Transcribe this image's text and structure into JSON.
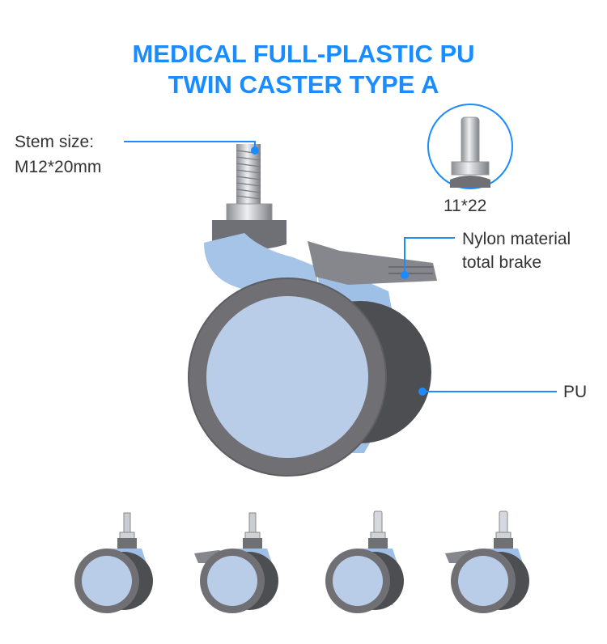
{
  "title": {
    "line1": "MEDICAL FULL-PLASTIC PU",
    "line2": "TWIN CASTER TYPE A"
  },
  "labels": {
    "stem_line1": "Stem size:",
    "stem_line2": "M12*20mm",
    "inset_size": "11*22",
    "brake_line1": "Nylon material",
    "brake_line2": "total brake",
    "wheel": "PU"
  },
  "colors": {
    "accent": "#1a8cff",
    "tread": "#707074",
    "hub": "#b9cce8",
    "fork": "#9fc0e6"
  },
  "variants": [
    {
      "name": "threaded-stem-no-brake"
    },
    {
      "name": "threaded-stem-with-brake"
    },
    {
      "name": "plug-stem-no-brake"
    },
    {
      "name": "plug-stem-with-brake"
    }
  ]
}
